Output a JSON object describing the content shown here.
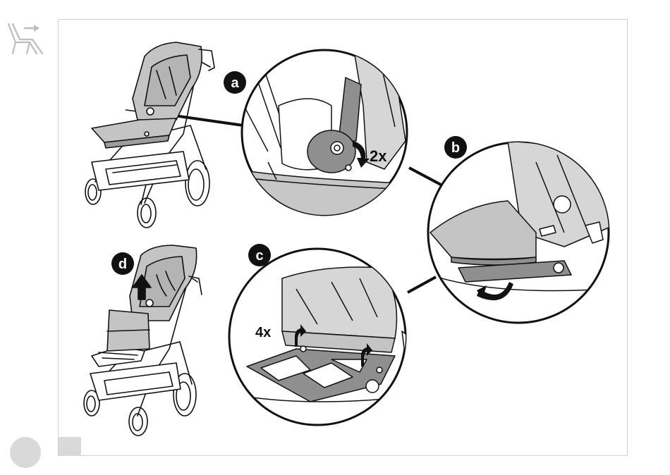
{
  "steps": {
    "a": "a",
    "b": "b",
    "c": "c",
    "d": "d"
  },
  "annotations": {
    "repeat_a": "2x",
    "repeat_c": "4x"
  },
  "icons": {
    "header": "seat-recline-icon",
    "page_marker": "page-number-circle",
    "tab_marker": "section-tab"
  },
  "colors": {
    "ink": "#111111",
    "fabric": "#bdbdbd",
    "fabric_dark": "#8f8f8f",
    "frame": "#d2d2d2",
    "marker": "#d9d9d9"
  }
}
